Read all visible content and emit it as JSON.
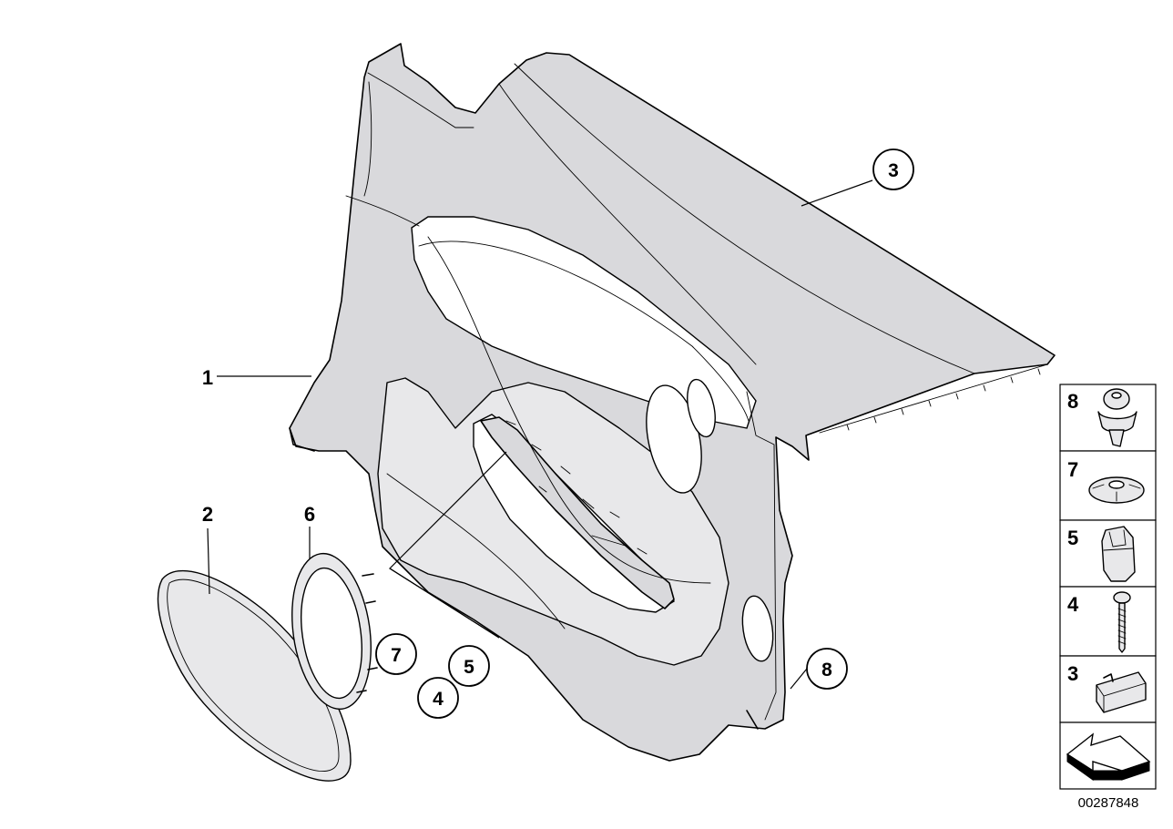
{
  "diagram": {
    "document_number": "00287848",
    "callouts": {
      "c1": "1",
      "c2": "2",
      "c6": "6",
      "c3": "3",
      "c7": "7",
      "c5": "5",
      "c4": "4",
      "c8": "8"
    },
    "legend": [
      {
        "number": "8",
        "icon": "push-rivet-icon"
      },
      {
        "number": "7",
        "icon": "spring-washer-icon"
      },
      {
        "number": "5",
        "icon": "expanding-nut-icon"
      },
      {
        "number": "4",
        "icon": "screw-icon"
      },
      {
        "number": "3",
        "icon": "clip-icon"
      },
      {
        "number": "",
        "icon": "direction-arrow-icon"
      }
    ]
  }
}
